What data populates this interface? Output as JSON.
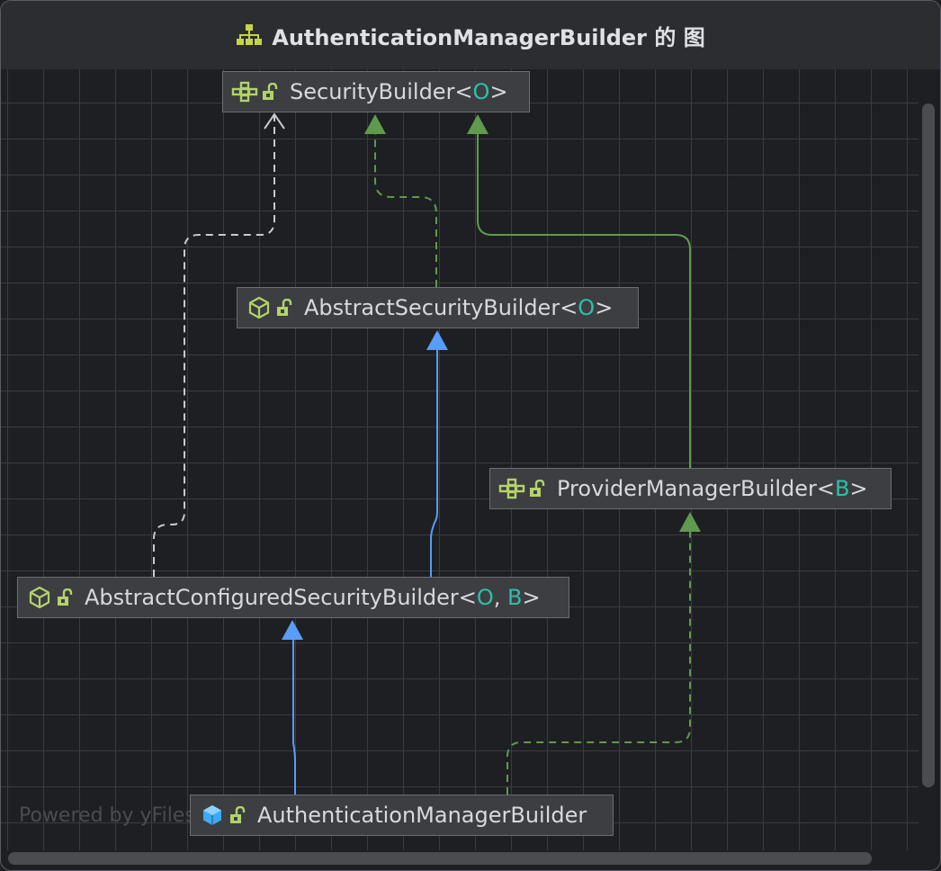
{
  "window": {
    "title": "AuthenticationManagerBuilder 的 图",
    "title_icon": "hierarchy-icon"
  },
  "nodes": {
    "security_builder": {
      "name": "SecurityBuilder",
      "generic_open": "<",
      "generic_params": "O",
      "generic_close": ">",
      "kind": "interface",
      "icon": "interface-icon"
    },
    "abstract_security_builder": {
      "name": "AbstractSecurityBuilder",
      "generic_open": "<",
      "generic_params": "O",
      "generic_close": ">",
      "kind": "abstract-class",
      "icon": "abstract-class-icon"
    },
    "provider_manager_builder": {
      "name": "ProviderManagerBuilder",
      "generic_open": "<",
      "generic_params": "B",
      "generic_close": ">",
      "kind": "interface",
      "icon": "interface-icon"
    },
    "abstract_configured_security_builder": {
      "name": "AbstractConfiguredSecurityBuilder",
      "generic_open": "<",
      "generic_p1": "O",
      "generic_sep": ", ",
      "generic_p2": "B",
      "generic_close": ">",
      "kind": "abstract-class",
      "icon": "abstract-class-icon"
    },
    "authentication_manager_builder": {
      "name": "AuthenticationManagerBuilder",
      "kind": "class",
      "icon": "class-icon"
    }
  },
  "edges": [
    {
      "from": "abstract_configured_security_builder",
      "to": "security_builder",
      "style": "dashed",
      "color": "#c8cacd",
      "arrow": "open"
    },
    {
      "from": "abstract_security_builder",
      "to": "security_builder",
      "style": "dashed",
      "color": "#5f9a4e",
      "arrow": "filled"
    },
    {
      "from": "provider_manager_builder",
      "to": "security_builder",
      "style": "solid",
      "color": "#5f9a4e",
      "arrow": "filled"
    },
    {
      "from": "abstract_configured_security_builder",
      "to": "abstract_security_builder",
      "style": "solid",
      "color": "#589df6",
      "arrow": "filled"
    },
    {
      "from": "authentication_manager_builder",
      "to": "abstract_configured_security_builder",
      "style": "solid",
      "color": "#589df6",
      "arrow": "filled"
    },
    {
      "from": "authentication_manager_builder",
      "to": "provider_manager_builder",
      "style": "dashed",
      "color": "#5f9a4e",
      "arrow": "filled"
    }
  ],
  "watermark": "Powered by yFiles",
  "colors": {
    "generic": "#2fbfa8",
    "interface_icon": "#b3d36a",
    "lock": "#b3d36a",
    "class_icon": "#3fa9f5",
    "title_icon": "#c6d44a"
  }
}
